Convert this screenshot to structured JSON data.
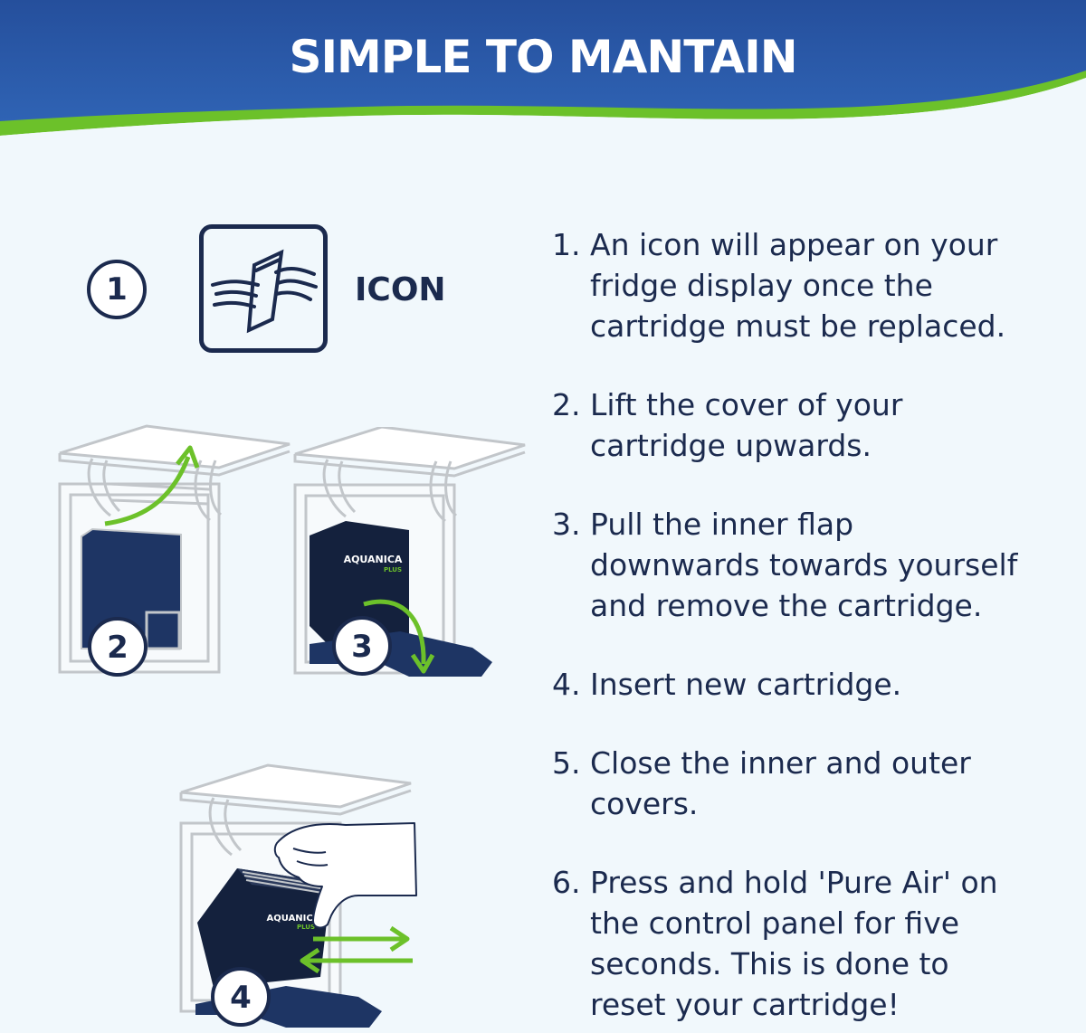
{
  "header": {
    "title": "SIMPLE TO MANTAIN"
  },
  "colors": {
    "header_blue": "#2a59a8",
    "accent_green": "#6cc12a",
    "navy": "#1b2a4e",
    "background": "#f1f8fc"
  },
  "icon_section": {
    "step_number": "1",
    "icon_name": "air-filter-icon",
    "label": "ICON"
  },
  "illustrations": {
    "step2": {
      "number": "2",
      "icon": "lift-cover-illustration"
    },
    "step3": {
      "number": "3",
      "icon": "pull-flap-illustration",
      "brand": "AQUANICA",
      "brand_sub": "PLUS"
    },
    "step4": {
      "number": "4",
      "icon": "insert-cartridge-illustration",
      "brand": "AQUANICA",
      "brand_sub": "PLUS"
    }
  },
  "instructions": [
    {
      "num": "1.",
      "lines": [
        "An icon will appear on your",
        "fridge display once the",
        "cartridge must be replaced."
      ]
    },
    {
      "num": "2.",
      "lines": [
        "Lift the cover of your",
        "cartridge upwards."
      ]
    },
    {
      "num": "3.",
      "lines": [
        "Pull the inner flap",
        "downwards towards yourself",
        "and remove the cartridge."
      ]
    },
    {
      "num": "4.",
      "lines": [
        "Insert new cartridge."
      ]
    },
    {
      "num": "5.",
      "lines": [
        "Close the inner and outer",
        "covers."
      ]
    },
    {
      "num": "6.",
      "lines": [
        "Press and hold 'Pure Air' on",
        "the control panel for five",
        "seconds. This is done to",
        "reset your cartridge!"
      ]
    }
  ]
}
